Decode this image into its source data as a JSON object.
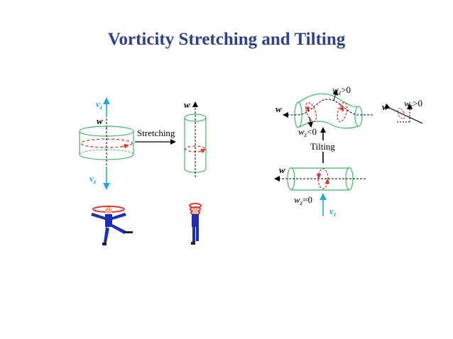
{
  "title": "Vorticity Stretching and Tilting",
  "colors": {
    "title": "#2e3f8c",
    "tube": "#3fb86a",
    "vortex": "#e0342f",
    "velocity": "#2aa7d8",
    "skater": "#1c2fb0"
  },
  "stretching": {
    "label": "Stretching",
    "vz_top": "v",
    "vz_top_sub": "z",
    "vz_bottom": "v",
    "vz_bottom_sub": "z",
    "w_short": "w",
    "w_tall": "w"
  },
  "tilting": {
    "label": "Tilting",
    "w_top": "w",
    "w_bottom": "w",
    "w_right": "w",
    "wz_pos": "w",
    "wz_pos_sub": "z",
    "wz_pos_rel": ">0",
    "wz_neg": "w",
    "wz_neg_sub": "z",
    "wz_neg_rel": "<0",
    "wz_right": "w",
    "wz_right_sub": "z",
    "wz_right_rel": ">0",
    "wz_zero": "w",
    "wz_zero_sub": "z",
    "wz_zero_rel": "=0",
    "vz": "v",
    "vz_sub": "z"
  }
}
